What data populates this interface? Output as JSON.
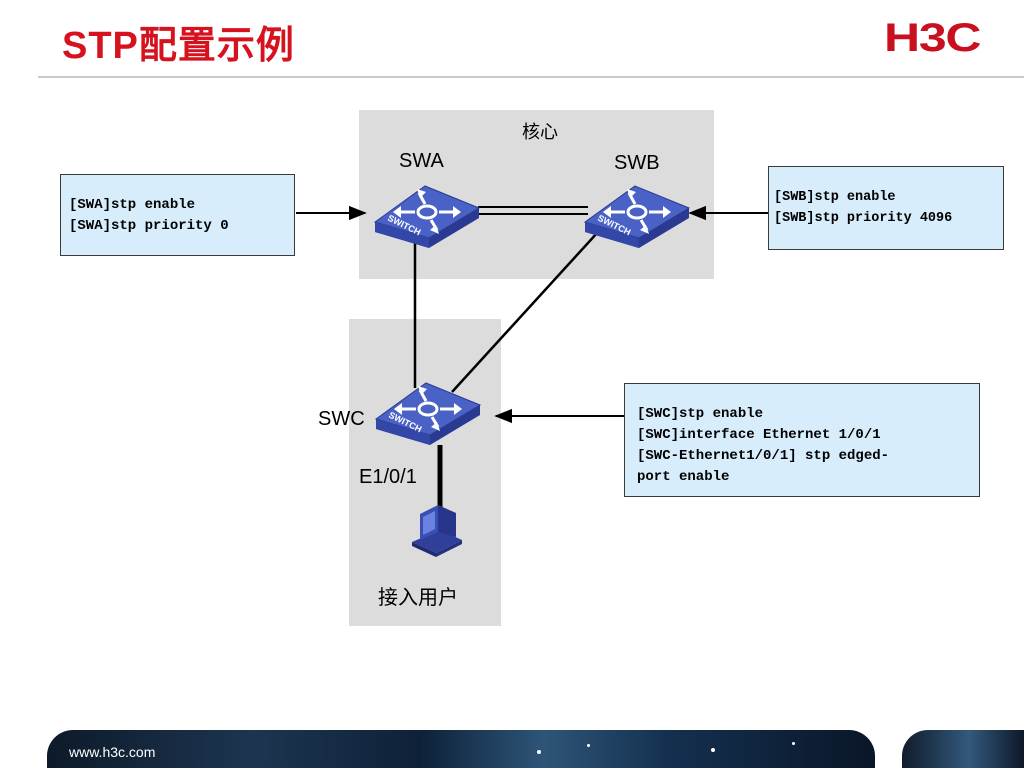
{
  "header": {
    "title": "STP配置示例",
    "logo_text": "H3C"
  },
  "diagram": {
    "core_label": "核心",
    "swa_label": "SWA",
    "swb_label": "SWB",
    "swc_label": "SWC",
    "port_label": "E1/0/1",
    "user_label": "接入用户",
    "switch_badge": "SWITCH",
    "config_swa": [
      "[SWA]stp enable",
      "[SWA]stp priority 0"
    ],
    "config_swb": [
      "[SWB]stp enable",
      "[SWB]stp priority 4096"
    ],
    "config_swc": [
      "[SWC]stp enable",
      "[SWC]interface Ethernet 1/0/1",
      "[SWC-Ethernet1/0/1] stp edged-",
      "port enable"
    ]
  },
  "footer": {
    "url": "www.h3c.com"
  },
  "colors": {
    "title": "#d6121e",
    "zone": "#dcdcdc",
    "config_box": "#d7edfc",
    "switch_top": "#4a62c6",
    "switch_side": "#2a3a92"
  }
}
